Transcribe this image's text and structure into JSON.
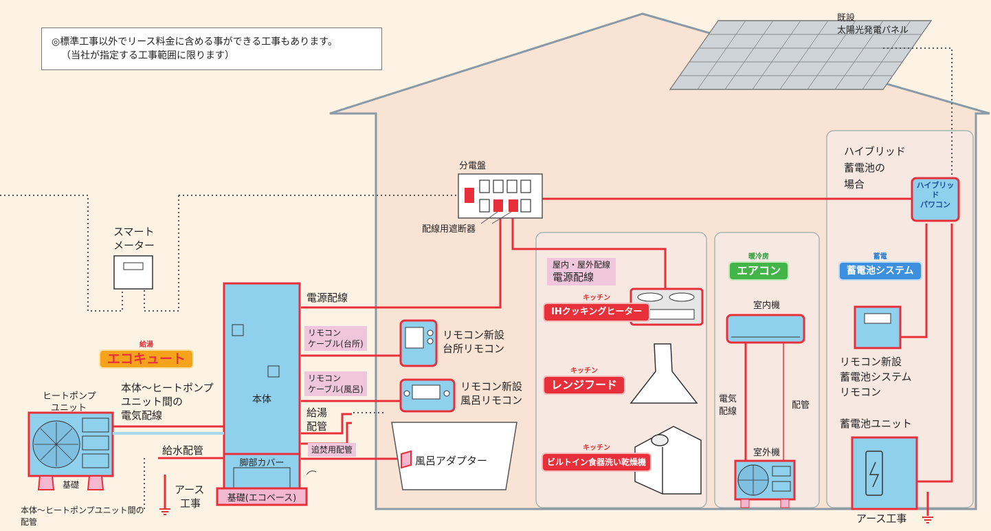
{
  "note": {
    "line1": "◎標準工事以外でリース料金に含める事ができる工事もあります。",
    "line2": "（当社が指定する工事範囲に限ります）"
  },
  "labels": {
    "solar_panel_1": "既設",
    "solar_panel_2": "太陽光発電パネル",
    "distribution_board": "分電盤",
    "breaker": "配線用遮断器",
    "smart_meter_1": "スマート",
    "smart_meter_2": "メーター",
    "power_wiring": "電源配線",
    "remote_cable_kitchen_1": "リモコン",
    "remote_cable_kitchen_2": "ケーブル(台所)",
    "remote_cable_bath_1": "リモコン",
    "remote_cable_bath_2": "ケーブル(風呂)",
    "kitchen_remote_1": "リモコン新設",
    "kitchen_remote_2": "台所リモコン",
    "bath_remote_1": "リモコン新設",
    "bath_remote_2": "風呂リモコン",
    "hot_water_pipe_1": "給湯",
    "hot_water_pipe_2": "配管",
    "water_supply_pipe": "給水配管",
    "reheat_pipe": "追焚用配管",
    "bath_adapter": "風呂アダプター",
    "main_unit": "本体",
    "leg_cover": "脚部カバー",
    "foundation_ecobase": "基礎(エコベース)",
    "ground_work_1": "アース",
    "ground_work_2": "工事",
    "heat_pump_unit_1": "ヒートポンプ",
    "heat_pump_unit_2": "ユニット",
    "hp_wiring_1": "本体～ヒートポンプ",
    "hp_wiring_2": "ユニット間の",
    "hp_wiring_3": "電気配線",
    "hp_foundation": "基礎",
    "hp_piping_1": "本体～ヒートポンプユニット間の",
    "hp_piping_2": "配管",
    "indoor_outdoor_wiring_1": "屋内・屋外配線",
    "indoor_outdoor_wiring_2": "電源配線",
    "indoor_unit": "室内機",
    "outdoor_unit": "室外機",
    "electric_wiring_1": "電気",
    "electric_wiring_2": "配線",
    "piping": "配管",
    "hybrid_case_1": "ハイブリッド",
    "hybrid_case_2": "蓄電池の",
    "hybrid_case_3": "場合",
    "hybrid_pawacon_1": "ハイブリッド",
    "hybrid_pawacon_2": "パワコン",
    "battery_remote_1": "リモコン新設",
    "battery_remote_2": "蓄電池システム",
    "battery_remote_3": "リモコン",
    "battery_unit": "蓄電池ユニット",
    "ground_work_battery": "アース工事"
  },
  "badges": {
    "ecocute": {
      "tag": "給湯",
      "name": "エコキュート"
    },
    "ih": {
      "tag": "キッチン",
      "name": "IHクッキングヒーター"
    },
    "range_hood": {
      "tag": "キッチン",
      "name": "レンジフード"
    },
    "dishwasher": {
      "tag": "キッチン",
      "name": "ビルトイン食器洗い乾燥機"
    },
    "aircon": {
      "tag": "暖冷房",
      "name": "エアコン"
    },
    "battery_system": {
      "tag": "蓄電",
      "name": "蓄電池システム"
    }
  },
  "colors": {
    "wire_red": "#e8303b",
    "device_blue": "#8fd0ec",
    "house_fill": "#f9e3d4",
    "background": "#fdf3e4"
  }
}
